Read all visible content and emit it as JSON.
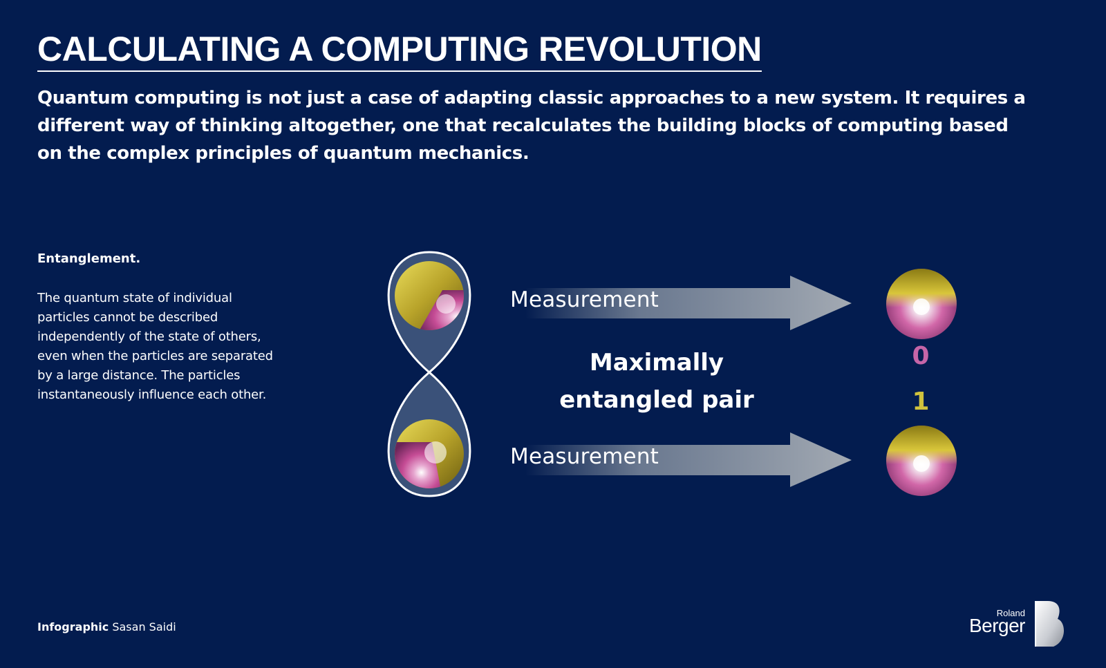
{
  "header": {
    "title": "CALCULATING A COMPUTING REVOLUTION",
    "intro": "Quantum computing is not just a case of adapting classic approaches to a new system. It requires a different way of thinking altogether, one that recalculates the building blocks of computing based on the complex principles of quantum mechanics."
  },
  "sidebar": {
    "heading": "Entanglement.",
    "text": "The quantum state of individual particles cannot be described independently of the state of others, even when the particles are separated by a large distance. The particles instantaneously influence each other."
  },
  "diagram": {
    "measurement_top": "Measurement",
    "measurement_bottom": "Measurement",
    "center_label": "Maximally\nentangled pair",
    "state_top": "0",
    "state_bottom": "1",
    "colors": {
      "background": "#031c4f",
      "particle_yellow": "#c9b62c",
      "particle_magenta": "#c54c95",
      "state_0": "#c565a8",
      "state_1": "#d0c23d"
    },
    "icons": [
      "particle-sphere-icon",
      "measurement-arrow-icon",
      "figure-eight-loop-icon"
    ]
  },
  "footer": {
    "credit_label": "Infographic",
    "credit_name": "Sasan Saidi",
    "logo_top": "Roland",
    "logo_bottom": "Berger",
    "logo_icon": "roland-berger-b-logo-icon"
  }
}
